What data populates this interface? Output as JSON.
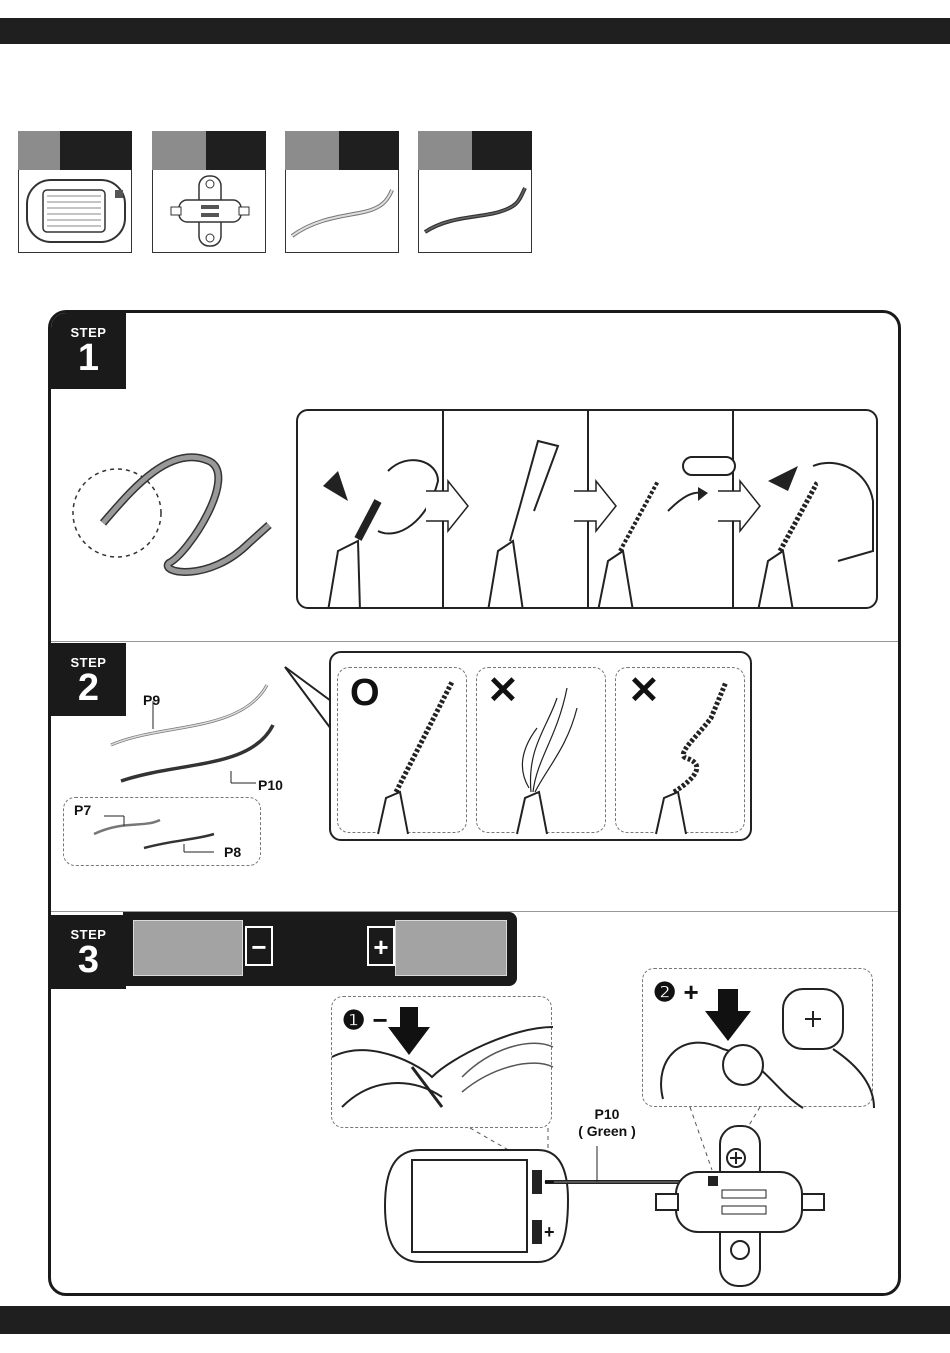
{
  "steps": [
    {
      "label": "STEP",
      "number": "1"
    },
    {
      "label": "STEP",
      "number": "2"
    },
    {
      "label": "STEP",
      "number": "3"
    }
  ],
  "parts": [
    {
      "name": "solar-panel",
      "icon": "solar-panel-icon"
    },
    {
      "name": "motor",
      "icon": "motor-icon"
    },
    {
      "name": "red-wire",
      "icon": "wire-light-icon"
    },
    {
      "name": "green-wire",
      "icon": "wire-dark-icon"
    }
  ],
  "step2": {
    "labels": {
      "p9": "P9",
      "p10": "P10",
      "p7": "P7",
      "p8": "P8"
    },
    "symbols": {
      "correct": "O",
      "wrong1": "✕",
      "wrong2": "✕"
    }
  },
  "step3": {
    "minus": "−",
    "plus": "+",
    "callout1": "❶ −",
    "callout2": "❷ +",
    "wire_name": "P10",
    "wire_color": "( Green )",
    "panel_minus": "−",
    "panel_plus": "+"
  },
  "colors": {
    "dark": "#1a1a1a",
    "gray": "#a3a3a3",
    "accent_gray": "#8c8c8c"
  }
}
